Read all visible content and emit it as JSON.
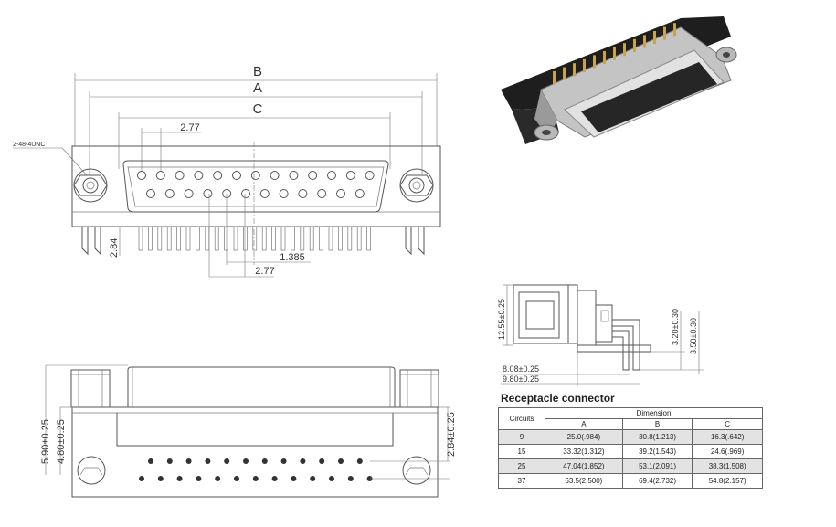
{
  "front_view": {
    "label_b": "B",
    "label_a": "A",
    "label_c": "C",
    "pitch_top": "2.77",
    "pitch_bottom": "2.77",
    "row_offset": "1.385",
    "height_tail": "2.84",
    "mount_note": "2-48-4UNC"
  },
  "bottom_view": {
    "dim_1": "5.90±0.25",
    "dim_2": "4.80±0.25",
    "dim_3": "2.84±0.25"
  },
  "side_view": {
    "dim_height": "12.55±0.25",
    "dim_3_20": "3.20±0.30",
    "dim_3_50": "3.50±0.30",
    "dim_8_08": "8.08±0.25",
    "dim_9_80": "9.80±0.25"
  },
  "table": {
    "title": "Receptacle connector",
    "circuits_header": "Circuits",
    "dimension_header": "Dimension",
    "columns": [
      "A",
      "B",
      "C"
    ],
    "rows": [
      {
        "circuits": "9",
        "a": "25.0(.984)",
        "b": "30.8(1.213)",
        "c": "16.3(.642)"
      },
      {
        "circuits": "15",
        "a": "33.32(1.312)",
        "b": "39.2(1.543)",
        "c": "24.6(.969)"
      },
      {
        "circuits": "25",
        "a": "47.04(1.852)",
        "b": "53.1(2.091)",
        "c": "38.3(1.508)"
      },
      {
        "circuits": "37",
        "a": "63.5(2.500)",
        "b": "69.4(2.732)",
        "c": "54.8(2.157)"
      }
    ]
  }
}
